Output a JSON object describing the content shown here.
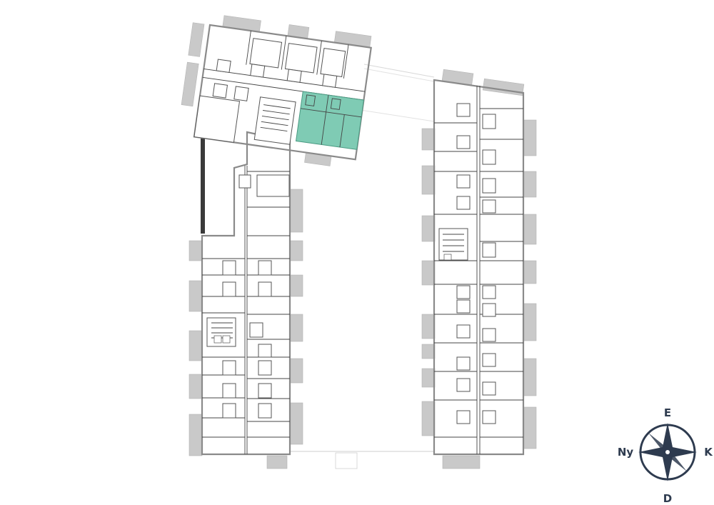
{
  "plan": {
    "highlight_color": "#7fcbb4",
    "wall_color": "#8a8a8a",
    "balcony_color": "#c9c9c9"
  },
  "compass": {
    "north": "E",
    "south": "D",
    "west": "Ny",
    "east": "K",
    "color": "#2e3b4f"
  }
}
